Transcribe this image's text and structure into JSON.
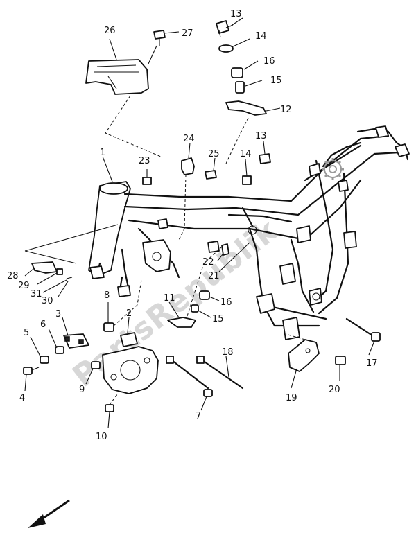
{
  "watermark": "PartsRepublik",
  "part_labels": [
    {
      "id": "p1",
      "num": "1"
    },
    {
      "id": "p2",
      "num": "2"
    },
    {
      "id": "p3",
      "num": "3"
    },
    {
      "id": "p4",
      "num": "4"
    },
    {
      "id": "p5",
      "num": "5"
    },
    {
      "id": "p6",
      "num": "6"
    },
    {
      "id": "p7",
      "num": "7"
    },
    {
      "id": "p8",
      "num": "8"
    },
    {
      "id": "p9",
      "num": "9"
    },
    {
      "id": "p10",
      "num": "10"
    },
    {
      "id": "p11",
      "num": "11"
    },
    {
      "id": "p12",
      "num": "12"
    },
    {
      "id": "p13a",
      "num": "13"
    },
    {
      "id": "p13b",
      "num": "13"
    },
    {
      "id": "p14a",
      "num": "14"
    },
    {
      "id": "p14b",
      "num": "14"
    },
    {
      "id": "p15a",
      "num": "15"
    },
    {
      "id": "p15b",
      "num": "15"
    },
    {
      "id": "p16a",
      "num": "16"
    },
    {
      "id": "p16b",
      "num": "16"
    },
    {
      "id": "p17",
      "num": "17"
    },
    {
      "id": "p18",
      "num": "18"
    },
    {
      "id": "p19",
      "num": "19"
    },
    {
      "id": "p20",
      "num": "20"
    },
    {
      "id": "p21",
      "num": "21"
    },
    {
      "id": "p22",
      "num": "22"
    },
    {
      "id": "p23",
      "num": "23"
    },
    {
      "id": "p24",
      "num": "24"
    },
    {
      "id": "p25",
      "num": "25"
    },
    {
      "id": "p26",
      "num": "26"
    },
    {
      "id": "p27",
      "num": "27"
    },
    {
      "id": "p28",
      "num": "28"
    },
    {
      "id": "p29",
      "num": "29"
    },
    {
      "id": "p30",
      "num": "30"
    },
    {
      "id": "p31",
      "num": "31"
    }
  ]
}
